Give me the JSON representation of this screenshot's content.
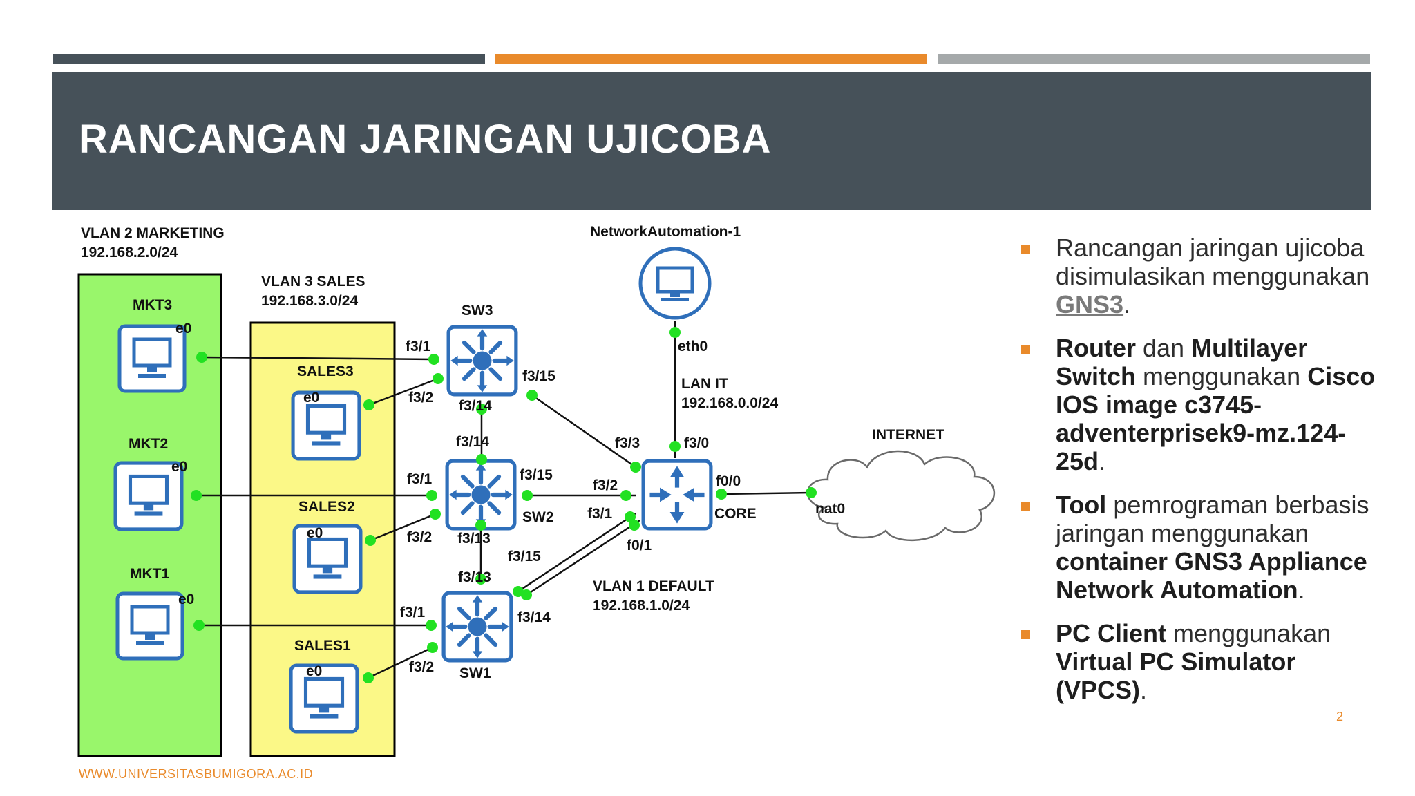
{
  "slide": {
    "title": "RANCANGAN JARINGAN UJICOBA",
    "page_number": "2",
    "footer_url": "WWW.UNIVERSITASBUMIGORA.AC.ID",
    "accent_color": "#e98a2b",
    "band_color": "#465159"
  },
  "diagram": {
    "vlan2": {
      "name": "VLAN 2 MARKETING",
      "subnet": "192.168.2.0/24"
    },
    "vlan3": {
      "name": "VLAN 3 SALES",
      "subnet": "192.168.3.0/24"
    },
    "lan_it": {
      "name": "LAN IT",
      "subnet": "192.168.0.0/24"
    },
    "vlan1": {
      "name": "VLAN 1 DEFAULT",
      "subnet": "192.168.1.0/24"
    },
    "nodes": {
      "mkt3": "MKT3",
      "mkt2": "MKT2",
      "mkt1": "MKT1",
      "sales3": "SALES3",
      "sales2": "SALES2",
      "sales1": "SALES1",
      "sw3": "SW3",
      "sw2": "SW2",
      "sw1": "SW1",
      "core": "CORE",
      "netauto": "NetworkAutomation-1",
      "internet": "INTERNET"
    },
    "ports": {
      "mkt3_e0": "e0",
      "mkt2_e0": "e0",
      "mkt1_e0": "e0",
      "sales3_e0": "e0",
      "sales2_e0": "e0",
      "sales1_e0": "e0",
      "sw3_f31": "f3/1",
      "sw3_f32": "f3/2",
      "sw3_f315": "f3/15",
      "sw3_f314": "f3/14",
      "sw2_f314": "f3/14",
      "sw2_f31": "f3/1",
      "sw2_f315": "f3/15",
      "sw2_f32": "f3/2",
      "sw2_f313": "f3/13",
      "sw1_f315": "f3/15",
      "sw1_f313": "f3/13",
      "sw1_f31": "f3/1",
      "sw1_f314": "f3/14",
      "sw1_f32": "f3/2",
      "core_f33": "f3/3",
      "core_f30": "f3/0",
      "core_f32": "f3/2",
      "core_f31": "f3/1",
      "core_f00": "f0/0",
      "core_f01": "f0/1",
      "netauto_eth0": "eth0",
      "internet_nat0": "nat0"
    },
    "colors": {
      "vlan2_zone": "#99f66b",
      "vlan3_zone": "#fbf887",
      "link_dot": "#22e122",
      "device": "#2f6fba"
    }
  },
  "bullets": [
    {
      "text1": "Rancangan jaringan ujicoba disimulasikan menggunakan ",
      "link": "GNS3",
      "text2": "."
    },
    {
      "b1": "Router",
      "t1": " dan ",
      "b2": "Multilayer Switch",
      "t2": " menggunakan ",
      "b3": "Cisco IOS image c3745-adventerprisek9-mz.124-25d",
      "t3": "."
    },
    {
      "b1": "Tool",
      "t1": " pemrograman berbasis jaringan menggunakan ",
      "b2": "container GNS3 Appliance Network Automation",
      "t2": "."
    },
    {
      "b1": "PC Client",
      "t1": " menggunakan ",
      "b2": "Virtual PC Simulator (VPCS)",
      "t2": "."
    }
  ]
}
